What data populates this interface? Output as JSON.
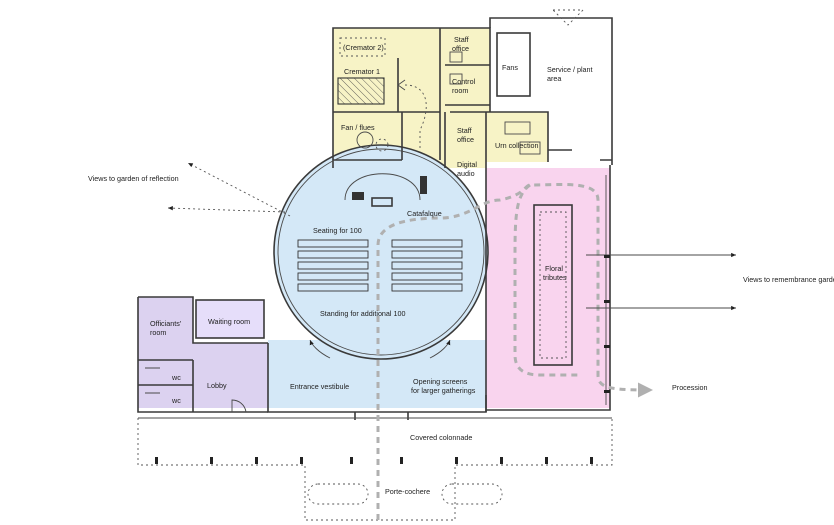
{
  "colors": {
    "service_zone": "#f7f3c6",
    "ceremony_zone": "#d4e8f7",
    "floral_zone": "#f9d4ee",
    "public_zone": "#dcd2f0",
    "procession_path": "#b0b0b0"
  },
  "labels": {
    "cremator_2": "(Cremator 2)",
    "cremator_1": "Cremator 1",
    "fan_flues": "Fan / flues",
    "staff_office_top_1": "Staff",
    "staff_office_top_2": "office",
    "control_room_1": "Control",
    "control_room_2": "room",
    "fans": "Fans",
    "service_plant_1": "Service / plant",
    "service_plant_2": "area",
    "staff_office_mid_1": "Staff",
    "staff_office_mid_2": "office",
    "digital_audio_1": "Digital",
    "digital_audio_2": "audio",
    "urn_collection": "Urn collection",
    "catafalque": "Catafalque",
    "seating": "Seating for 100",
    "standing": "Standing for additional 100",
    "views_garden_reflection": "Views to garden of reflection",
    "views_remembrance_garden": "Views to remembrance garden",
    "floral_1": "Floral",
    "floral_2": "tributes",
    "officiants_1": "Officiants'",
    "officiants_2": "room",
    "waiting_room": "Waiting room",
    "wc_1": "wc",
    "wc_2": "wc",
    "lobby": "Lobby",
    "entrance_vestibule": "Entrance vestibule",
    "opening_screens_1": "Opening screens",
    "opening_screens_2": "for larger gatherings",
    "procession": "Procession",
    "covered_colonnade": "Covered colonnade",
    "porte_cochere": "Porte-cochere"
  }
}
